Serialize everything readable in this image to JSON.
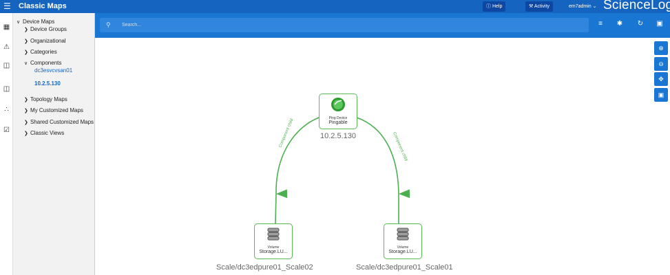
{
  "topbar": {
    "title": "Classic Maps",
    "help": "Help",
    "activity": "Activity",
    "user": "em7admin",
    "brand": "ScienceLogic"
  },
  "search": {
    "placeholder": "Search..."
  },
  "tree": {
    "device_maps": "Device Maps",
    "device_groups": "Device Groups",
    "organizational": "Organizational",
    "categories": "Categories",
    "components": "Components",
    "component_1": "dc3esvcvsan01",
    "component_2": "10.2.5.130",
    "topology_maps": "Topology Maps",
    "my_customized_maps": "My Customized Maps",
    "shared_customized_maps": "Shared Customized Maps",
    "classic_views": "Classic Views"
  },
  "map": {
    "root": {
      "type": "Ping Device",
      "label": "Pingable",
      "name": "10.2.5.130"
    },
    "child_left": {
      "type": "Volume",
      "label": "Storage.LU...",
      "name": "Scale/dc3edpure01_Scale02"
    },
    "child_right": {
      "type": "Volume",
      "label": "Storage.LU...",
      "name": "Scale/dc3edpure01_Scale01"
    },
    "edge_label": "Component child"
  },
  "colors": {
    "topbar": "#1565c0",
    "searchbar": "#1976d2",
    "node_border": "#58b957",
    "edge": "#4caf50"
  },
  "icons": {
    "rail": [
      "dashboard-icon",
      "events-icon",
      "devices-icon",
      "business-services-icon",
      "topology-icon",
      "tickets-icon"
    ],
    "toolbar": [
      "list-icon",
      "settings-icon",
      "refresh-icon",
      "save-icon"
    ],
    "zoom": [
      "zoom-in-icon",
      "zoom-out-icon",
      "move-icon",
      "fit-icon"
    ]
  }
}
